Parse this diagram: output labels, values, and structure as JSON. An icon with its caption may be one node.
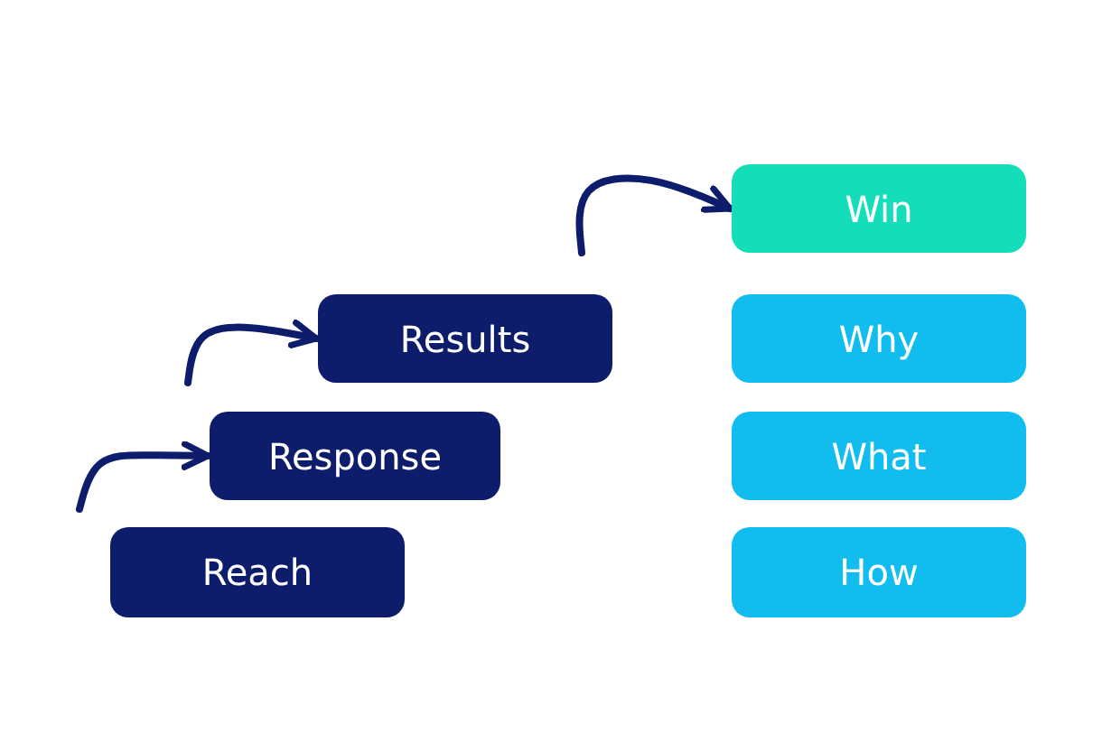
{
  "diagram": {
    "nodes": [
      {
        "text": [
          "Win"
        ]
      },
      {
        "text": [
          "Results"
        ]
      },
      {
        "text": [
          "Why"
        ]
      },
      {
        "text": [
          "Response"
        ]
      },
      {
        "text": [
          "What"
        ]
      },
      {
        "text": [
          "Reach"
        ]
      },
      {
        "text": [
          "How"
        ]
      }
    ],
    "edges": [
      {
        "from": null,
        "to": 3,
        "arrow": "to"
      },
      {
        "from": null,
        "to": 1,
        "arrow": "to"
      },
      {
        "from": null,
        "to": 0,
        "arrow": "to"
      }
    ]
  }
}
